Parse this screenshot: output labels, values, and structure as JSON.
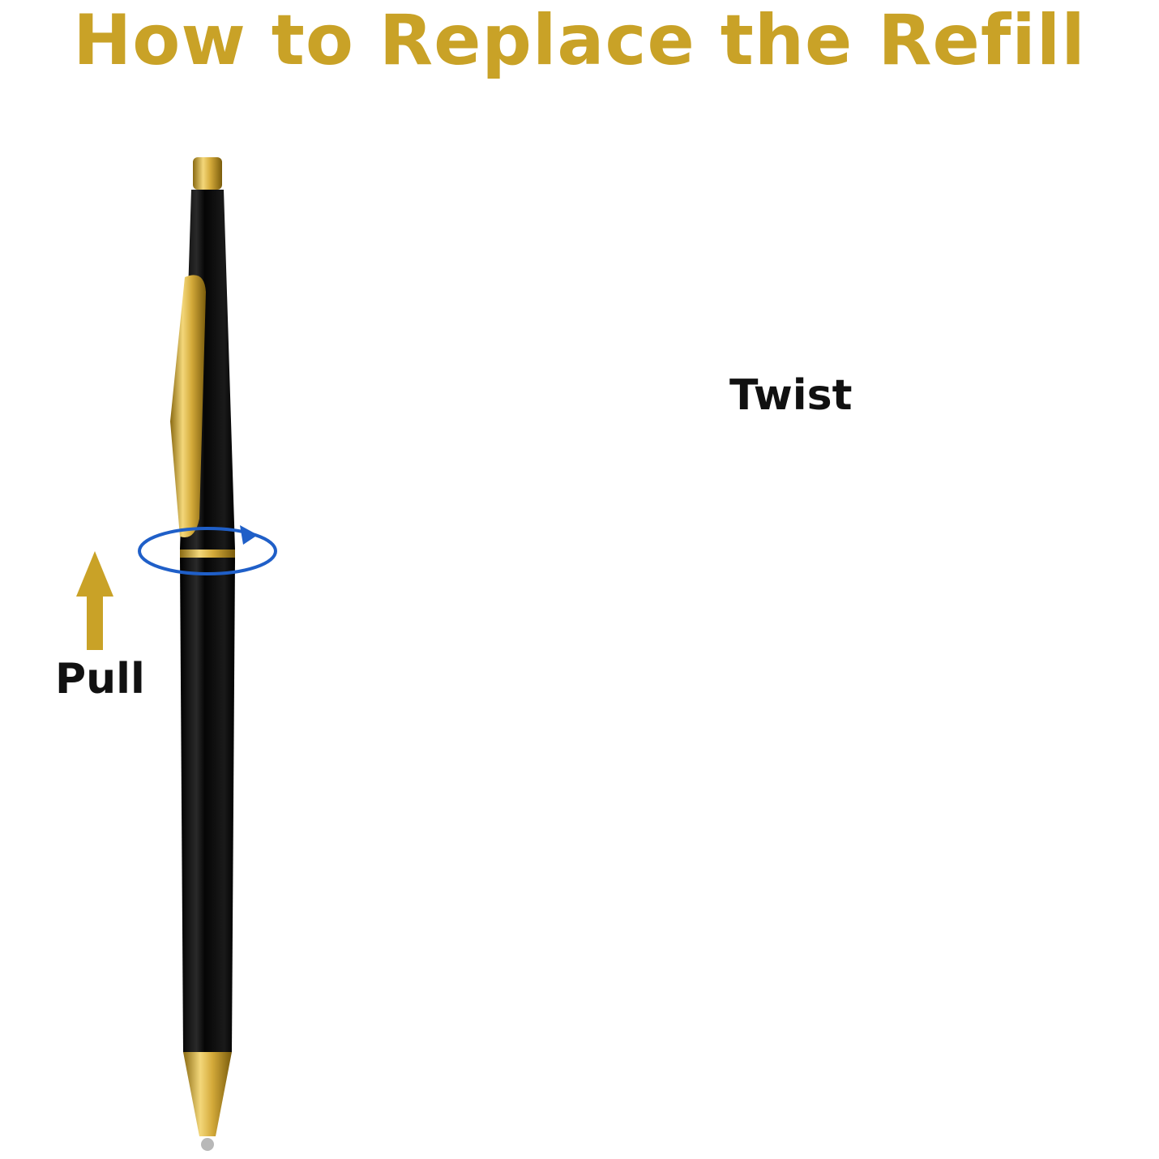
{
  "title": "How to Replace the Refill",
  "labels": {
    "pull": "Pull",
    "twist": "Twist"
  },
  "colors": {
    "gold": "#c9a227",
    "pen_black": "#0b0b0b",
    "rotate_blue": "#1f5fc8",
    "up_blue": "#1a56d6",
    "silver": "#c8c8c8"
  },
  "steps": [
    {
      "name": "assembled-pen"
    },
    {
      "name": "cap-pulled-pen"
    },
    {
      "name": "twist-mechanism"
    },
    {
      "name": "separated-parts"
    }
  ]
}
